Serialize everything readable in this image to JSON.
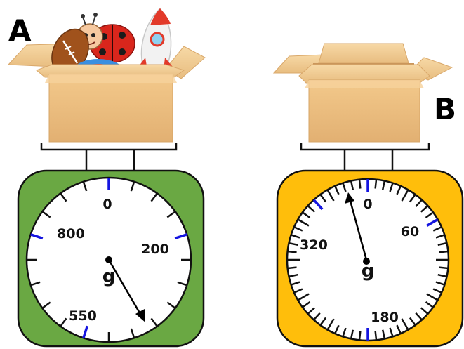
{
  "scales": [
    {
      "id": "A",
      "label": "A",
      "contents": [
        "football",
        "ladybug toy",
        "toy rocket",
        "ball"
      ],
      "unit": "g",
      "dial_labels": [
        "0",
        "200",
        "550",
        "800"
      ],
      "body_color": "#6aa843",
      "tick_major_color": "#1515e0"
    },
    {
      "id": "B",
      "label": "B",
      "contents": [],
      "unit": "g",
      "dial_labels": [
        "0",
        "60",
        "180",
        "320"
      ],
      "body_color": "#ffbe0b",
      "tick_major_color": "#1515e0"
    }
  ]
}
